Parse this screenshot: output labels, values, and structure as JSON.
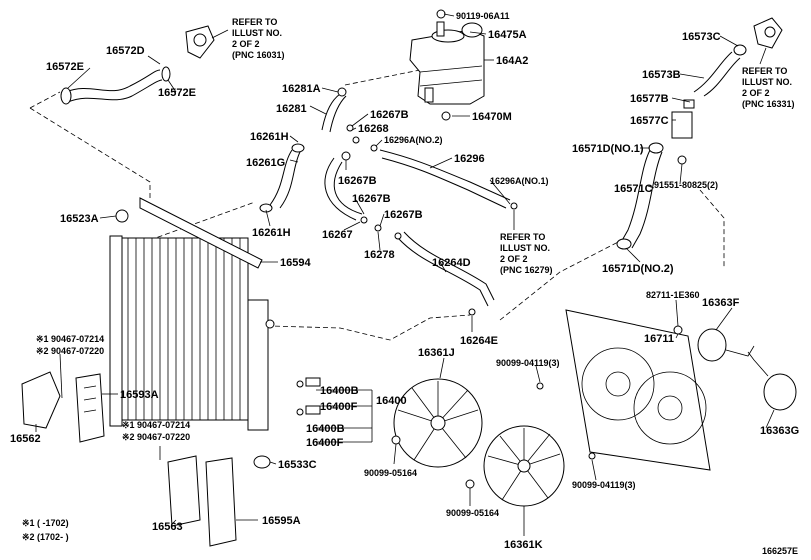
{
  "labels": {
    "l_90119": "90119-06A11",
    "l_16475A": "16475A",
    "l_164A2": "164A2",
    "l_16470M": "16470M",
    "l_16573C": "16573C",
    "l_16573B": "16573B",
    "l_16577B": "16577B",
    "l_16577C": "16577C",
    "l_16571D1": "16571D(NO.1)",
    "l_16571C": "16571C",
    "l_91551": "91551-80825(2)",
    "l_16571D2": "16571D(NO.2)",
    "l_16572D": "16572D",
    "l_16572E_a": "16572E",
    "l_16572E_b": "16572E",
    "l_16281A": "16281A",
    "l_16281": "16281",
    "l_16267B_a": "16267B",
    "l_16268": "16268",
    "l_16296A2": "16296A(NO.2)",
    "l_16261H_a": "16261H",
    "l_16261G": "16261G",
    "l_16267B_b": "16267B",
    "l_16296": "16296",
    "l_16296A1": "16296A(NO.1)",
    "l_16523A": "16523A",
    "l_16261H_b": "16261H",
    "l_16267": "16267",
    "l_16267B_c": "16267B",
    "l_16267B_d": "16267B",
    "l_16278": "16278",
    "l_16594": "16594",
    "l_16264D": "16264D",
    "l_16264E": "16264E",
    "l_82711": "82711-1E360",
    "l_16363F": "16363F",
    "l_16711": "16711",
    "l_16361J": "16361J",
    "l_90099a": "90099-04119(3)",
    "l_90099b": "90099-04119(3)",
    "l_16363G": "16363G",
    "l_16400B_a": "16400B",
    "l_16400F_a": "16400F",
    "l_16400": "16400",
    "l_16400B_b": "16400B",
    "l_16400F_b": "16400F",
    "l_16593A": "16593A",
    "l_16562": "16562",
    "l_16533C": "16533C",
    "l_90099c": "90099-05164",
    "l_90099d": "90099-05164",
    "l_16361K": "16361K",
    "l_16563": "16563",
    "l_16595A": "16595A",
    "l_166257E": "166257E"
  },
  "refers": {
    "r_16031": [
      "REFER TO",
      "ILLUST NO.",
      "2 OF 2",
      "(PNC 16031)"
    ],
    "r_16331": [
      "REFER TO",
      "ILLUST NO.",
      "2 OF 2",
      "(PNC 16331)"
    ],
    "r_16279": [
      "REFER TO",
      "ILLUST NO.",
      "2 OF 2",
      "(PNC 16279)"
    ]
  },
  "notes": {
    "n_upper1": "※1 90467-07214",
    "n_upper2": "※2 90467-07220",
    "n_lower1": "※1 90467-07214",
    "n_lower2": "※2 90467-07220",
    "n_foot1": "※1 (      -1702)",
    "n_foot2": "※2 (1702-      )"
  }
}
